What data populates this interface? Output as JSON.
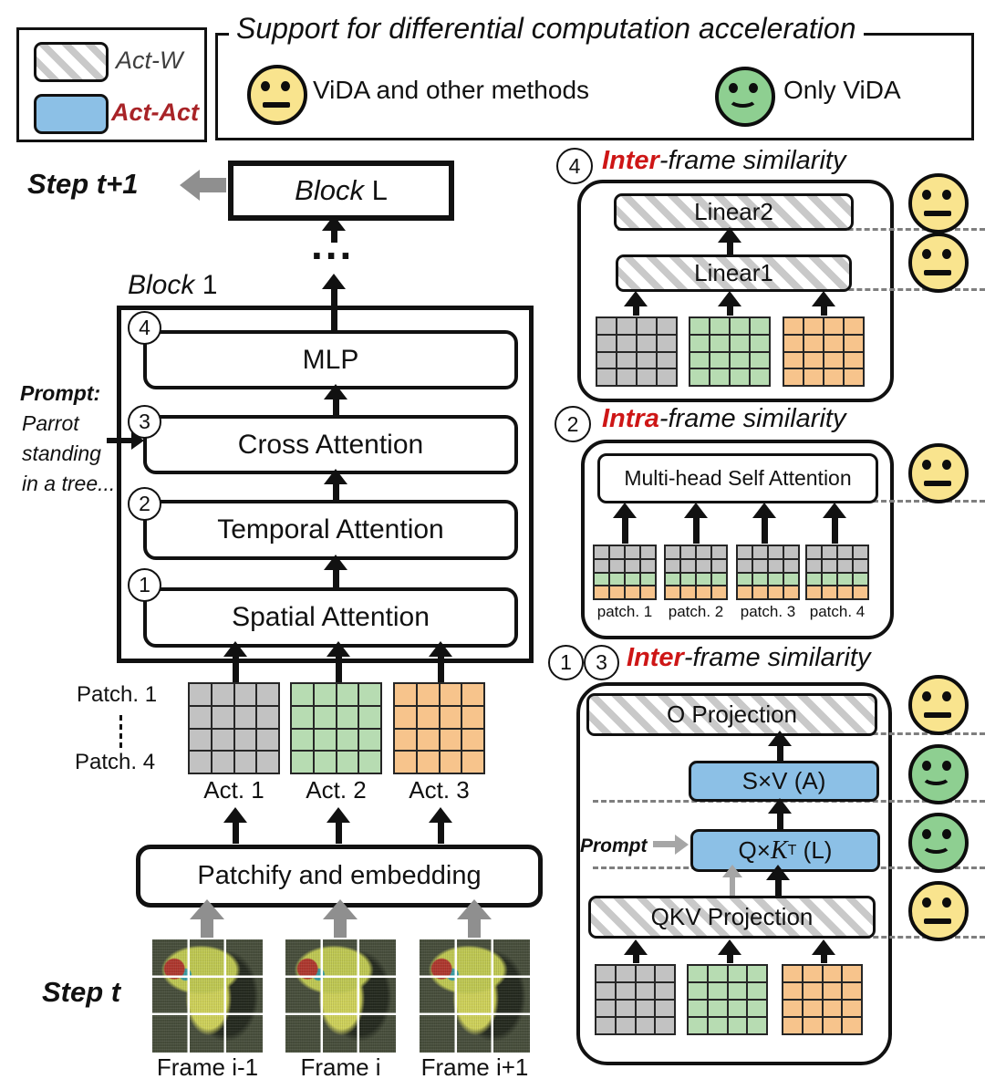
{
  "colors": {
    "act_gray": "#c2c2c2",
    "act_green": "#b7dcb2",
    "act_orange": "#f7c48c",
    "act_act_blue": "#8cc0e6",
    "hatch_gray": "#c9c9c9",
    "face_yellow": "#f9e48e",
    "face_green": "#8ecf91",
    "red_title": "#ce1616",
    "red_legend": "#a82327",
    "gray_arrow": "#8f8f8f",
    "light_gray_arrow": "#a6a6a6",
    "dash_gray": "#7f7f7f"
  },
  "legend": {
    "act_w": "Act-W",
    "act_act": "Act-Act"
  },
  "header": {
    "title": "Support for differential computation acceleration",
    "items": [
      {
        "label": "ViDA and other methods"
      },
      {
        "label": "Only ViDA"
      }
    ]
  },
  "pipeline": {
    "step_next": "Step t+1",
    "block_l": {
      "word": "Block",
      "suffix": "L"
    },
    "ellipsis": "...",
    "block_1": {
      "word": "Block",
      "suffix": "1"
    },
    "layers": [
      {
        "num": "4",
        "label": "MLP"
      },
      {
        "num": "3",
        "label": "Cross Attention"
      },
      {
        "num": "2",
        "label": "Temporal Attention"
      },
      {
        "num": "1",
        "label": "Spatial Attention"
      }
    ],
    "prompt": {
      "title": "Prompt:",
      "line1": "Parrot",
      "line2": "standing",
      "line3": "in a tree..."
    },
    "patch_first": "Patch. 1",
    "patch_last": "Patch. 4",
    "acts": [
      "Act. 1",
      "Act. 2",
      "Act. 3"
    ],
    "patchify": "Patchify and embedding",
    "step": "Step t",
    "frames": [
      "Frame i-1",
      "Frame i",
      "Frame i+1"
    ]
  },
  "panels": {
    "p4": {
      "num": "4",
      "red": "Inter",
      "rest": "-frame similarity",
      "linear2": "Linear2",
      "linear1": "Linear1"
    },
    "p2": {
      "num": "2",
      "red": "Intra",
      "rest": "-frame similarity",
      "msa": "Multi-head Self Attention",
      "patches": [
        "patch. 1",
        "patch. 2",
        "patch. 3",
        "patch. 4"
      ]
    },
    "p13": {
      "num1": "1",
      "num2": "3",
      "red": "Inter",
      "rest": "-frame similarity",
      "o_proj": "O Projection",
      "sv": "S×V (A)",
      "qk_pre": "Q×",
      "qk_k": "K",
      "qk_sup": "T",
      "qk_post": "(L)",
      "prompt": "Prompt",
      "qkv": "QKV Projection"
    }
  },
  "grid_specs": {
    "act4_gray": {
      "cols": 4,
      "rows": 4,
      "color": "act_gray"
    },
    "act4_green": {
      "cols": 4,
      "rows": 4,
      "color": "act_green"
    },
    "act4_orange": {
      "cols": 4,
      "rows": 4,
      "color": "act_orange"
    },
    "patch_mixed": {
      "cols": 4,
      "row_colors": [
        "act_gray",
        "act_gray",
        "act_green",
        "act_orange"
      ]
    }
  }
}
